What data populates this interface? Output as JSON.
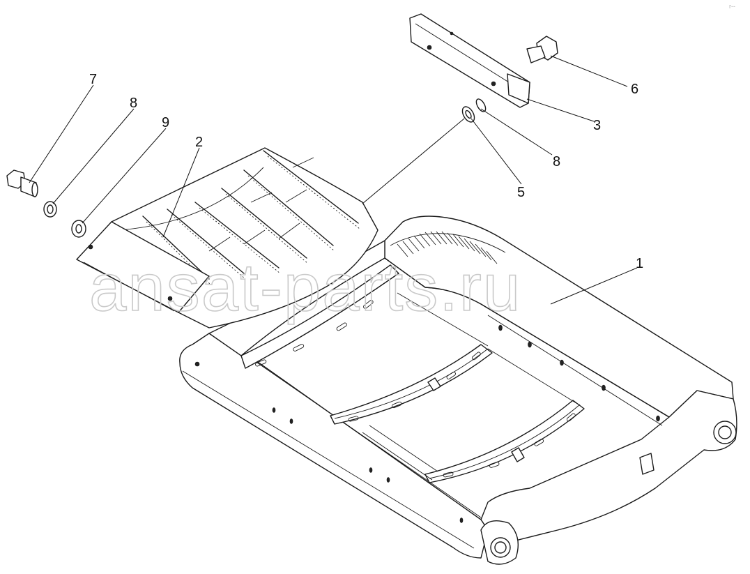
{
  "watermark": "ansat-parts.ru",
  "corner_mark": "r--",
  "callouts": [
    {
      "id": "7",
      "label": "7"
    },
    {
      "id": "8a",
      "label": "8"
    },
    {
      "id": "9",
      "label": "9"
    },
    {
      "id": "2",
      "label": "2"
    },
    {
      "id": "6",
      "label": "6"
    },
    {
      "id": "3",
      "label": "3"
    },
    {
      "id": "8b",
      "label": "8"
    },
    {
      "id": "5",
      "label": "5"
    },
    {
      "id": "1",
      "label": "1"
    }
  ]
}
